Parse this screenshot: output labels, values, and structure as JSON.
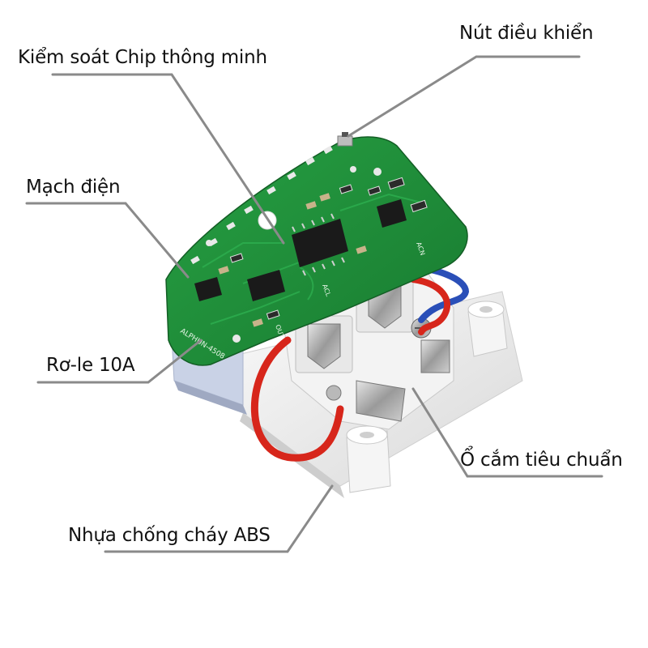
{
  "labels": {
    "control_button": "Nút điều khiển",
    "smart_chip": "Kiểm soát Chip thông minh",
    "circuit": "Mạch điện",
    "relay": "Rơ-le 10A",
    "socket": "Ổ cắm tiêu chuẩn",
    "abs_plastic": "Nhựa chống cháy ABS"
  },
  "pcb_text": {
    "brand": "ALPHUN-4508",
    "out": "OUT",
    "acl": "ACL",
    "acn": "ACN"
  },
  "colors": {
    "pcb": "#1f8f3a",
    "leader_line": "#8a8a8a",
    "wire_red": "#d7261b",
    "wire_blue": "#2a4fb8",
    "plastic": "#f1f1f1"
  }
}
